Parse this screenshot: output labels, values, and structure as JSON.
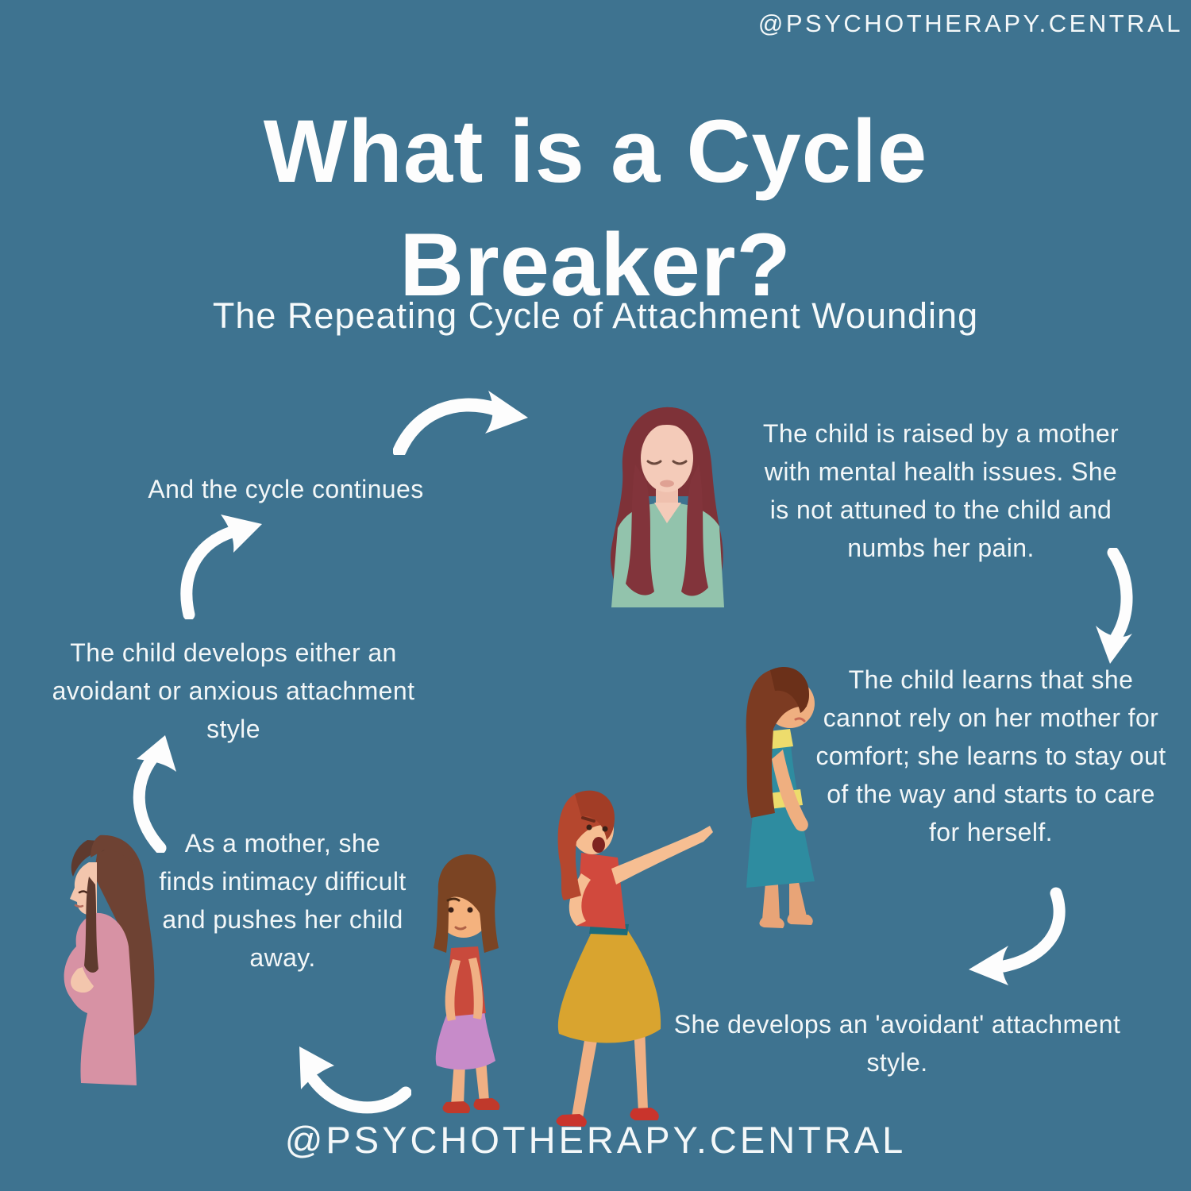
{
  "canvas": {
    "background_color": "#3E7390",
    "text_color": "#FAFBFB",
    "accent_white": "#FDFDFD"
  },
  "branding": {
    "handle_top": "@PSYCHOTHERAPY.CENTRAL",
    "handle_bottom": "@PSYCHOTHERAPY.CENTRAL"
  },
  "header": {
    "title_line1": "What is a Cycle",
    "title_line2": "Breaker?",
    "subtitle": "The Repeating Cycle of Attachment Wounding"
  },
  "cycle_steps": {
    "step1": "The child is raised by a mother with mental health issues. She is not attuned to the child and numbs her pain.",
    "step2": "The child learns that she cannot rely on her mother for comfort; she learns to stay out of the way and starts to care for herself.",
    "step3": "She develops an 'avoidant' attachment style.",
    "step4": "As a mother, she finds intimacy difficult and pushes her child away.",
    "step5": "The child develops either an avoidant or anxious attachment style",
    "step6": "And the cycle continues"
  },
  "illustrations": {
    "mother_portrait": "mother-with-long-dark-red-hair-sage-top",
    "sad_child": "sad-girl-in-teal-dress-looking-down",
    "scolding_scene": "mother-pointing-away-with-sad-child",
    "pregnant_mother": "pregnant-woman-in-pink-dress"
  },
  "illustration_colors": {
    "hair_maroon": "#7E3238",
    "top_sage": "#92C3AC",
    "skin_light": "#F4CBB9",
    "hair_brown": "#7C3B22",
    "dress_teal": "#2E8CA0",
    "accent_yellow": "#EDDC6C",
    "hair_orange": "#B5472E",
    "top_red": "#D1493D",
    "skirt_mustard": "#D9A42F",
    "skirt_lavender": "#C78BC9",
    "dress_pink": "#D792A4",
    "arrow_white": "#FDFDFD"
  }
}
